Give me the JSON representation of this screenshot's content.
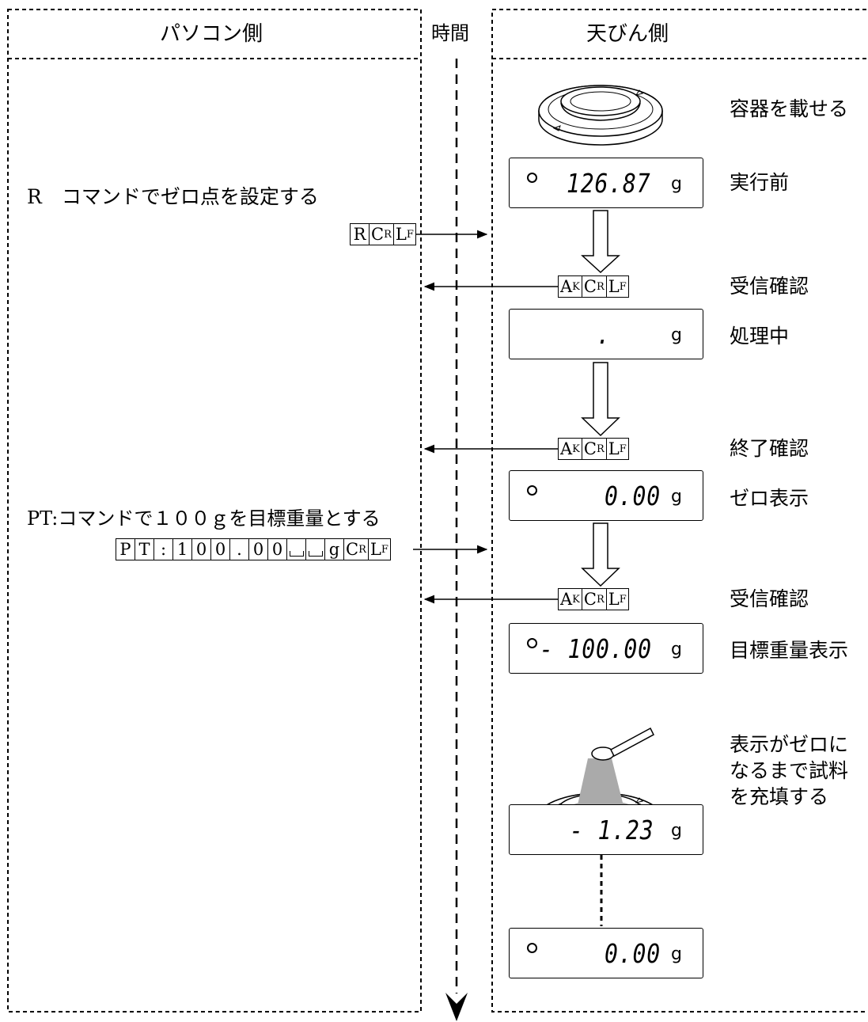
{
  "headers": {
    "pc_side": "パソコン側",
    "time": "時間",
    "balance_side": "天びん側"
  },
  "pc_steps": [
    {
      "text": "R　コマンドでゼロ点を設定する"
    },
    {
      "text": "PT:コマンドで１００ｇを目標重量とする"
    }
  ],
  "command_r": [
    {
      "t": "R"
    },
    {
      "t": "C",
      "s": "R"
    },
    {
      "t": "L",
      "s": "F"
    }
  ],
  "command_pt": [
    {
      "t": "P"
    },
    {
      "t": "T"
    },
    {
      "t": ":"
    },
    {
      "t": "1"
    },
    {
      "t": "0"
    },
    {
      "t": "0"
    },
    {
      "t": "."
    },
    {
      "t": "0"
    },
    {
      "t": "0"
    },
    {
      "t": "␣"
    },
    {
      "t": "␣"
    },
    {
      "t": "g"
    },
    {
      "t": "C",
      "s": "R"
    },
    {
      "t": "L",
      "s": "F"
    }
  ],
  "ack": [
    {
      "t": "A",
      "s": "K"
    },
    {
      "t": "C",
      "s": "R"
    },
    {
      "t": "L",
      "s": "F"
    }
  ],
  "balance_steps": [
    "容器を載せる",
    "実行前",
    "受信確認",
    "処理中",
    "終了確認",
    "ゼロ表示",
    "受信確認",
    "目標重量表示",
    "表示がゼロに",
    "なるまで試料",
    "を充填する"
  ],
  "displays": [
    {
      "value": "126.87",
      "unit": "g",
      "stable": true
    },
    {
      "value": ".",
      "unit": "g",
      "stable": false
    },
    {
      "value": "0.00",
      "unit": "g",
      "stable": true
    },
    {
      "value": "- 100.00",
      "unit": "g",
      "stable": true
    },
    {
      "value": "- 1.23",
      "unit": "g",
      "stable": false
    },
    {
      "value": "0.00",
      "unit": "g",
      "stable": true
    }
  ]
}
